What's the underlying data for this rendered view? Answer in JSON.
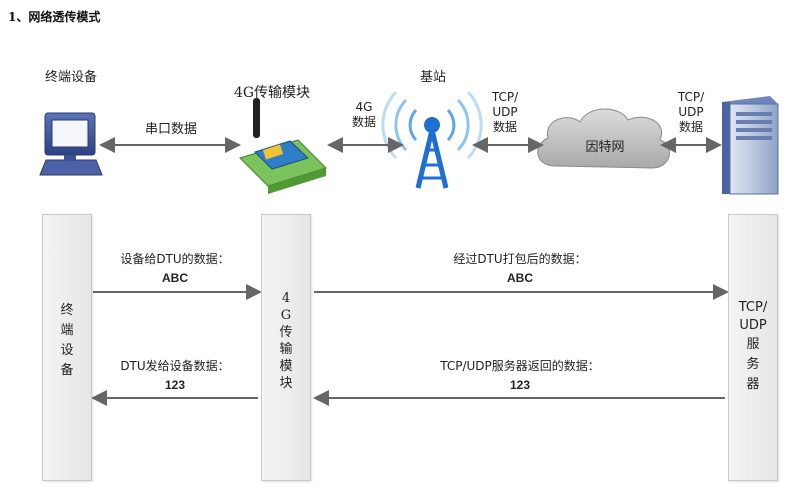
{
  "heading": "1、网络透传模式",
  "top": {
    "terminal_label": "终端设备",
    "module_label": "4G传输模块",
    "station_label": "基站",
    "serial_label": "串口数据",
    "g4_label": "4G\n数据",
    "tcp_label_left": "TCP/\nUDP\n数据",
    "cloud_label": "因特网",
    "tcp_label_right": "TCP/\nUDP\n数据"
  },
  "bars": {
    "terminal": "终端设备",
    "module": "4G传输模块",
    "server": "TCP/UDP服务器",
    "server_line1": "TCP/",
    "server_line2": "UDP",
    "server_vertical": "服务器"
  },
  "messages": {
    "m1_title": "设备给DTU的数据：",
    "m1_value": "ABC",
    "m2_title": "经过DTU打包后的数据：",
    "m2_value": "ABC",
    "m3_title": "DTU发给设备数据：",
    "m3_value": "123",
    "m4_title": "TCP/UDP服务器返回的数据：",
    "m4_value": "123"
  },
  "colors": {
    "arrow": "#666666",
    "tower": "#1f6fd1",
    "signal": "#5aa8e8",
    "cloud": "#c8c8c8",
    "server": "#3b5ba8"
  }
}
